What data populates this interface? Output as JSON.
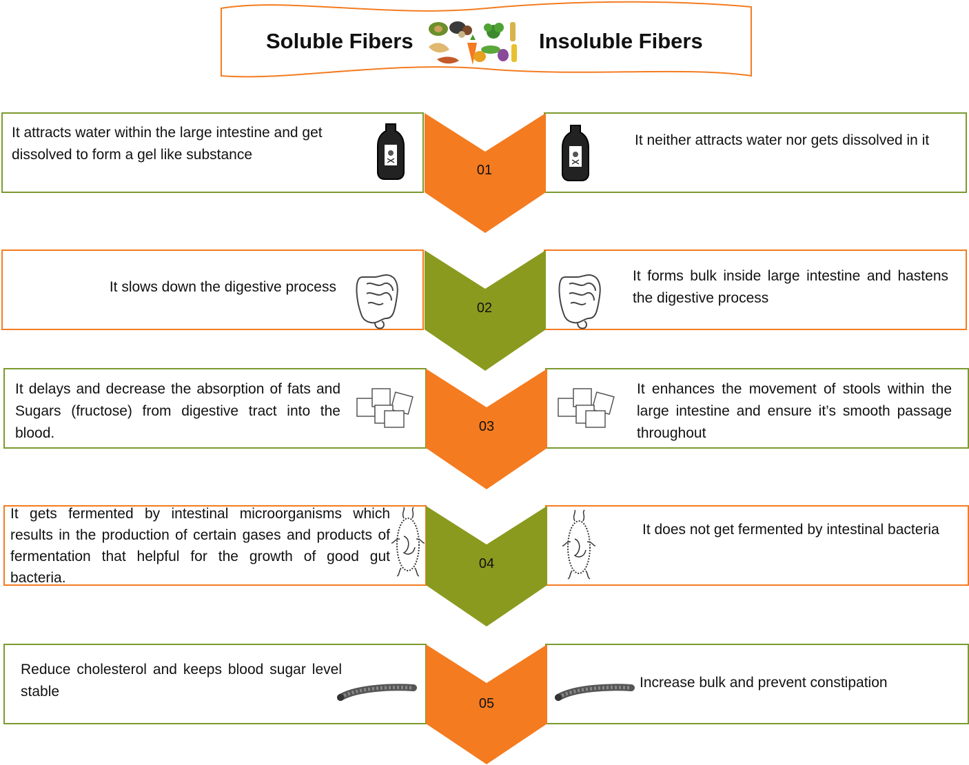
{
  "header": {
    "left_title": "Soluble Fibers",
    "right_title": "Insoluble Fibers",
    "food_icon": "vegetables-food-icon"
  },
  "colors": {
    "orange": "#f47b20",
    "olive": "#8a9a1f",
    "green_border": "#7a9a2e"
  },
  "rows": [
    {
      "number": "01",
      "chevron_color": "orange",
      "left_text": "It attracts water within the large intestine and get dissolved to form a gel like substance",
      "right_text": "It neither attracts water nor gets dissolved in it",
      "icon": "bottle-icon"
    },
    {
      "number": "02",
      "chevron_color": "olive",
      "left_text": "It slows down the digestive process",
      "right_text": "It forms bulk inside large intestine and hastens the digestive process",
      "icon": "intestine-icon"
    },
    {
      "number": "03",
      "chevron_color": "orange",
      "left_text": "It delays and decrease the absorption of fats and Sugars (fructose) from digestive tract into the blood.",
      "right_text": "It enhances the movement of stools within the large intestine and ensure it’s smooth passage throughout",
      "icon": "sugar-cubes-icon"
    },
    {
      "number": "04",
      "chevron_color": "olive",
      "left_text": "It gets fermented by intestinal microorganisms which results in the production of certain gases and products of fermentation that helpful for the growth of good gut bacteria.",
      "right_text": "It does not get fermented by intestinal bacteria",
      "icon": "bacterium-icon"
    },
    {
      "number": "05",
      "chevron_color": "orange",
      "left_text": "Reduce cholesterol and keeps blood sugar level stable",
      "right_text": "Increase bulk and prevent constipation",
      "icon": "blood-vessel-icon"
    }
  ]
}
